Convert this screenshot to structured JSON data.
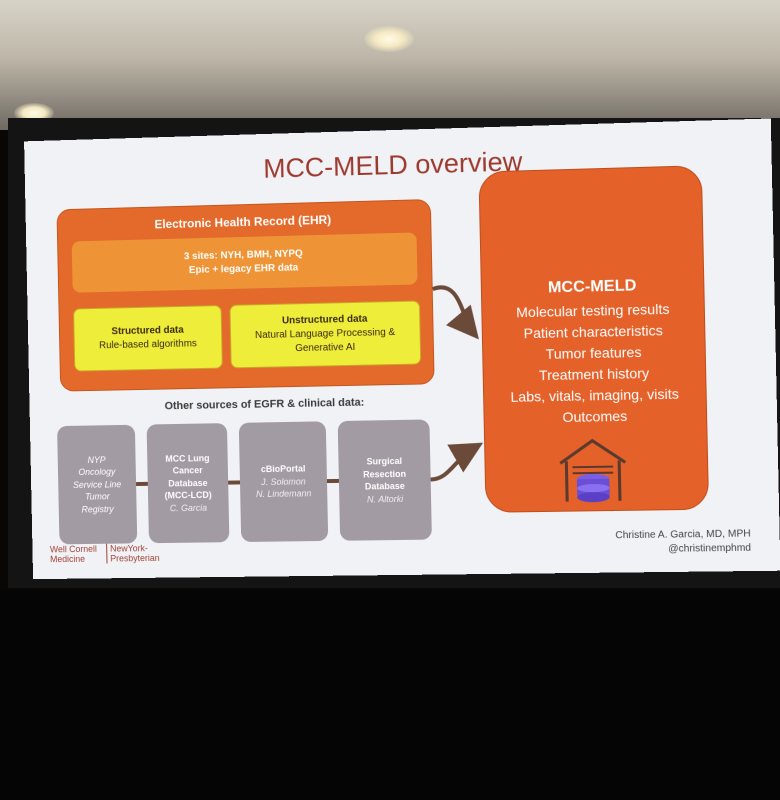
{
  "slide": {
    "title": "MCC-MELD overview",
    "ehr": {
      "title": "Electronic Health Record (EHR)",
      "sites_line1": "3 sites: NYH, BMH, NYPQ",
      "sites_line2": "Epic + legacy EHR data",
      "structured_title": "Structured data",
      "structured_sub": "Rule-based algorithms",
      "unstructured_title": "Unstructured data",
      "unstructured_sub1": "Natural Language Processing &",
      "unstructured_sub2": "Generative AI"
    },
    "other_sources_label": "Other sources of EGFR & clinical data:",
    "sources": [
      {
        "lines": [
          "NYP",
          "Oncology",
          "Service Line",
          "Tumor",
          "Registry"
        ],
        "author": ""
      },
      {
        "lines": [
          "MCC Lung",
          "Cancer",
          "Database",
          "(MCC-LCD)"
        ],
        "author": "C. Garcia"
      },
      {
        "lines": [
          "cBioPortal"
        ],
        "authors": [
          "J. Solomon",
          "N. Lindemann"
        ]
      },
      {
        "lines": [
          "Surgical",
          "Resection",
          "Database"
        ],
        "author": "N. Altorki"
      }
    ],
    "meld": {
      "title": "MCC-MELD",
      "items": [
        "Molecular testing results",
        "Patient characteristics",
        "Tumor features",
        "Treatment history",
        "Labs, vitals, imaging, visits",
        "Outcomes"
      ],
      "icon": "warehouse-database-icon"
    },
    "footer": {
      "logo_left_line1": "Well Cornell",
      "logo_left_line2": "Medicine",
      "logo_right_line1": "NewYork-",
      "logo_right_line2": "Presbyterian",
      "author_name": "Christine A. Garcia, MD, MPH",
      "author_handle": "@christinemphmd"
    },
    "colors": {
      "title": "#9c3a2e",
      "ehr_orange": "#e46a2b",
      "sites_orange": "#ee9436",
      "yellow": "#eeed3a",
      "source_gray": "#a39ba4",
      "arrow": "#6b4a3a",
      "meld_orange": "#e4612a",
      "db_purple": "#6a4fd6"
    }
  }
}
